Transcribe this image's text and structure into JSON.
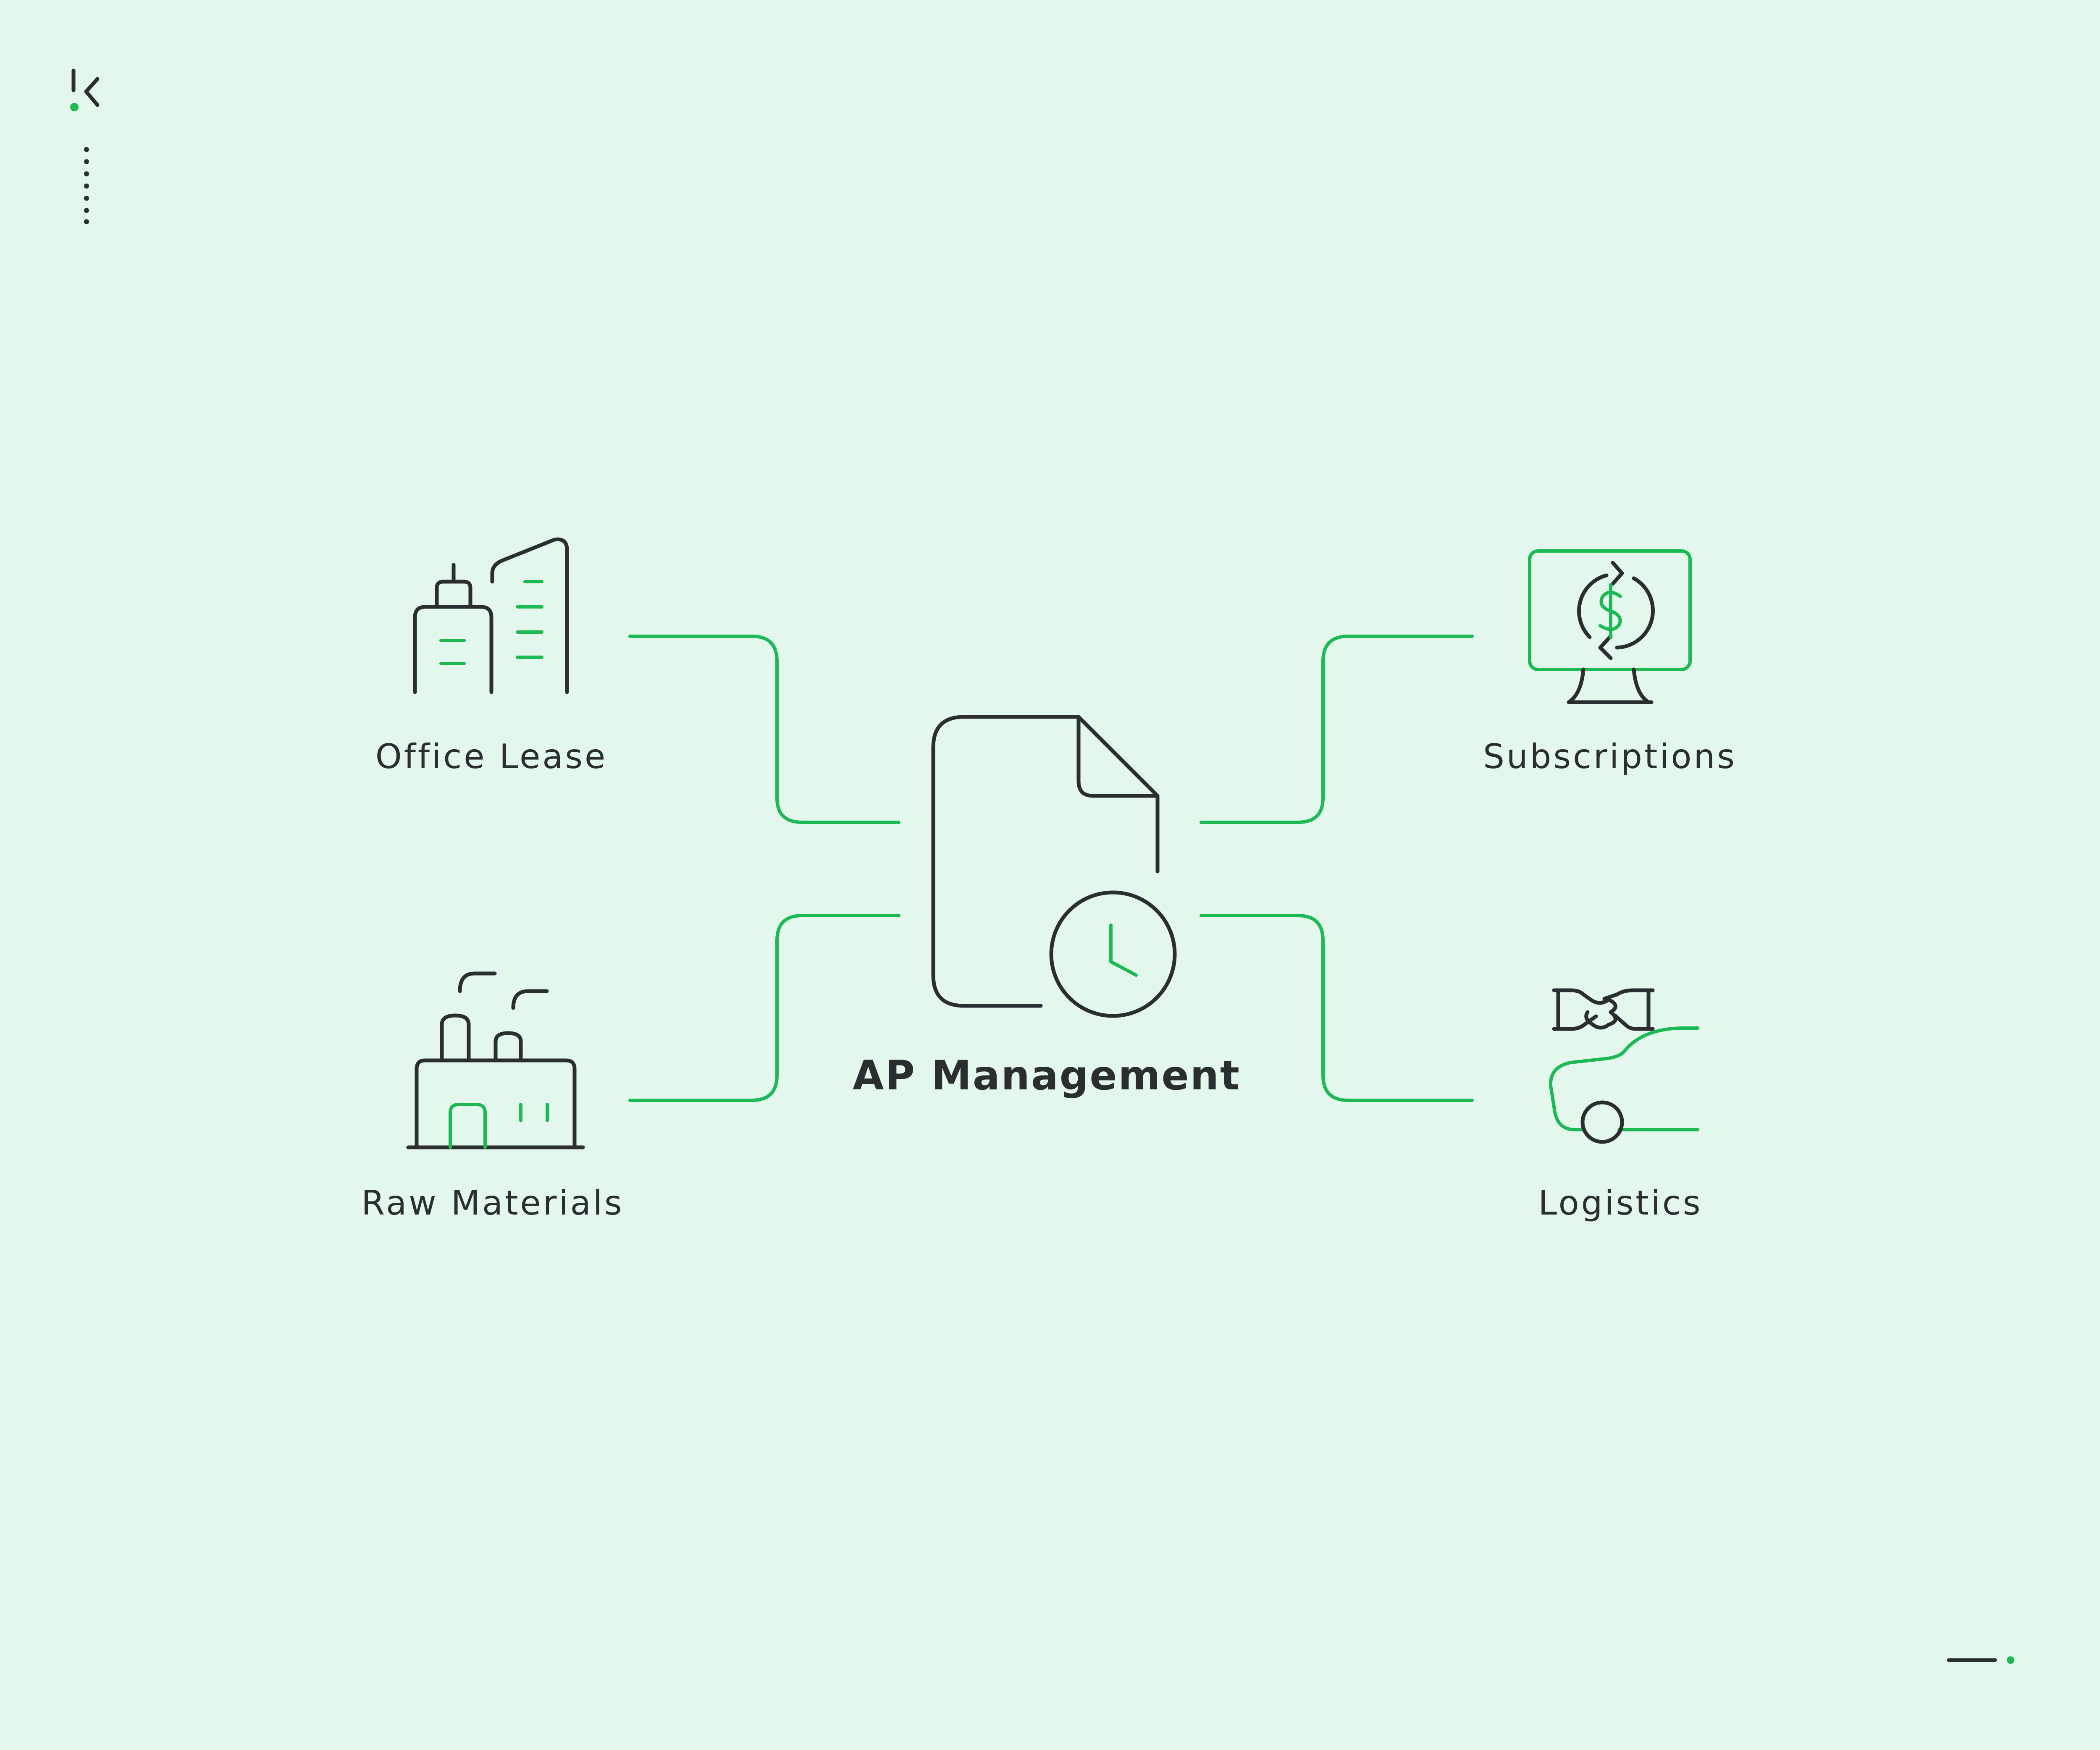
{
  "center": {
    "label": "AP Management",
    "icon": "document-clock-icon"
  },
  "nodes": [
    {
      "id": "office-lease",
      "label": "Office Lease",
      "icon": "buildings-icon"
    },
    {
      "id": "raw-materials",
      "label": "Raw Materials",
      "icon": "factory-icon"
    },
    {
      "id": "subscriptions",
      "label": "Subscriptions",
      "icon": "monitor-dollar-refresh-icon"
    },
    {
      "id": "logistics",
      "label": "Logistics",
      "icon": "handshake-car-icon"
    }
  ],
  "colors": {
    "background": "#e3f7ec",
    "accent": "#1db954",
    "ink": "#2b2e2e"
  }
}
